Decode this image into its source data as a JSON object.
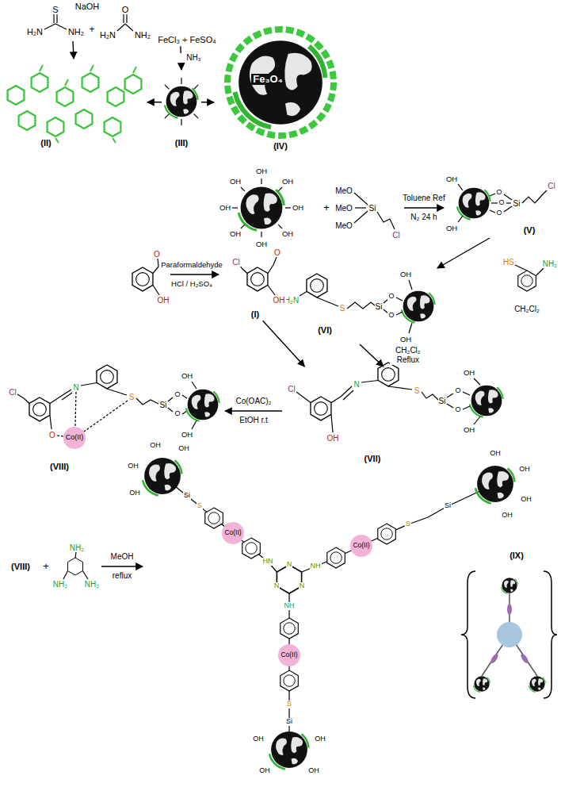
{
  "diagram": {
    "nodes": [
      {
        "text": [
          "NaOH"
        ]
      },
      {
        "text": [
          "FeCl₃ + FeSO₄"
        ]
      },
      {
        "text": [
          "(II)"
        ]
      },
      {
        "text": [
          "(III)"
        ]
      },
      {
        "text": [
          "Fe₃O₄",
          "(IV)"
        ]
      },
      {
        "text": [
          "OH",
          "OH",
          "OH",
          "OH",
          "OH",
          "OH",
          "OH",
          "OH"
        ]
      },
      {
        "text": [
          "(V)"
        ]
      },
      {
        "text": [
          "(VI)"
        ]
      },
      {
        "text": [
          "(I)"
        ]
      },
      {
        "text": [
          "(VII)"
        ]
      },
      {
        "text": [
          "(VIII)"
        ]
      },
      {
        "text": [
          "(IX)"
        ]
      },
      {
        "text": [
          "(VIII)"
        ]
      }
    ],
    "edges": [
      {
        "from": 0,
        "to": 2,
        "arrow": "to"
      },
      {
        "from": 1,
        "to": 3,
        "label": "NH₃",
        "arrow": "to"
      },
      {
        "from": 3,
        "to": 2,
        "arrow": "to"
      },
      {
        "from": 3,
        "to": 4,
        "arrow": "to"
      },
      {
        "from": 5,
        "to": 6,
        "label": "Toluene Ref N₂ 24 h",
        "arrow": "to"
      },
      {
        "from": 6,
        "to": 7,
        "label": "CH₂Cl₂",
        "arrow": "to"
      },
      {
        "from": 7,
        "to": 9,
        "label": "CH₂Cl₂ Reflux",
        "arrow": "to"
      },
      {
        "from": 8,
        "to": 9,
        "arrow": "to"
      },
      {
        "from": 9,
        "to": 10,
        "label": "Co(OAC)₂ EtOH r.t",
        "arrow": "to"
      },
      {
        "from": 12,
        "to": 11,
        "label": "MeOH reflux",
        "arrow": "to"
      }
    ],
    "labels": [
      "S",
      "H₂N",
      "NH₂",
      "+",
      "O",
      "H₂N",
      "NH₂",
      "+",
      "MeO",
      "MeO",
      "MeO",
      "Si",
      "Cl",
      "OH",
      "OH",
      "O",
      "O",
      "O",
      "Si",
      "Cl",
      "HS",
      "NH₂",
      "H₂N",
      "S",
      "Si",
      "O",
      "O",
      "OH",
      "OH",
      "O",
      "OH",
      "Paraformaldehyde",
      "HCl / H₂SO₄",
      "Cl",
      "O",
      "OH",
      "Cl",
      "N",
      "OH",
      "S",
      "Si",
      "O",
      "O",
      "OH",
      "OH",
      "Cl",
      "O",
      "Co(II)",
      "N",
      "S",
      "Si",
      "O",
      "O",
      "OH",
      "OH",
      "+",
      "NH₂",
      "NH₂",
      "NH₂",
      "N",
      "N",
      "N",
      "HN",
      "Co(II)",
      "S",
      "Si",
      "NH",
      "Co(II)",
      "S",
      "Si",
      "NH",
      "Co(II)",
      "S",
      "Si",
      "OH",
      "OH",
      "OH",
      "OH",
      "OH",
      "OH",
      "OH",
      "OH",
      "OH",
      "OH",
      "OH",
      "OH"
    ]
  }
}
